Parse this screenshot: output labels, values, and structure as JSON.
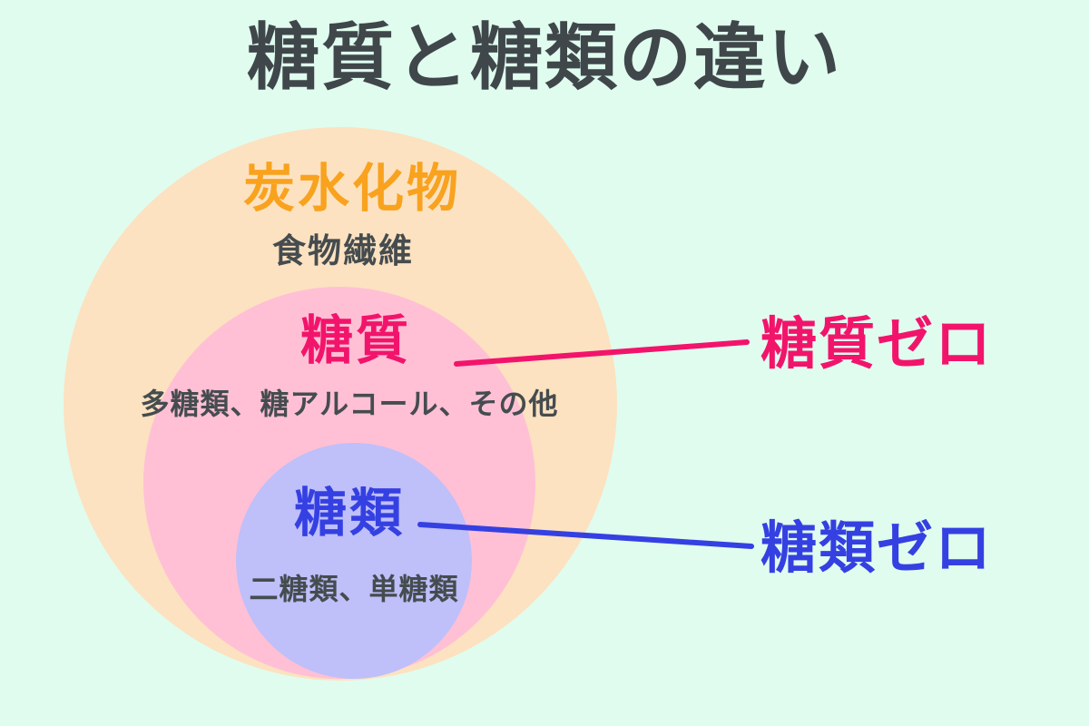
{
  "title": "糖質と糖類の違い",
  "colors": {
    "background": "#E0FCEF",
    "outer_circle": "#FCE2C0",
    "middle_circle": "#FFC0D5",
    "inner_circle": "#BFBFFA",
    "orange_text": "#F9A21E",
    "pink_text": "#F2146B",
    "blue_text": "#3540E2",
    "dark_text": "#454C4F",
    "title_text": "#3F474A"
  },
  "diagram": {
    "outer": {
      "label": "炭水化物",
      "sublabel": "食物繊維"
    },
    "middle": {
      "label": "糖質",
      "sublabel": "多糖類、糖アルコール、その他"
    },
    "inner": {
      "label": "糖類",
      "sublabel": "二糖類、単糖類"
    }
  },
  "annotations": {
    "middle_callout": "糖質ゼロ",
    "inner_callout": "糖類ゼロ"
  }
}
